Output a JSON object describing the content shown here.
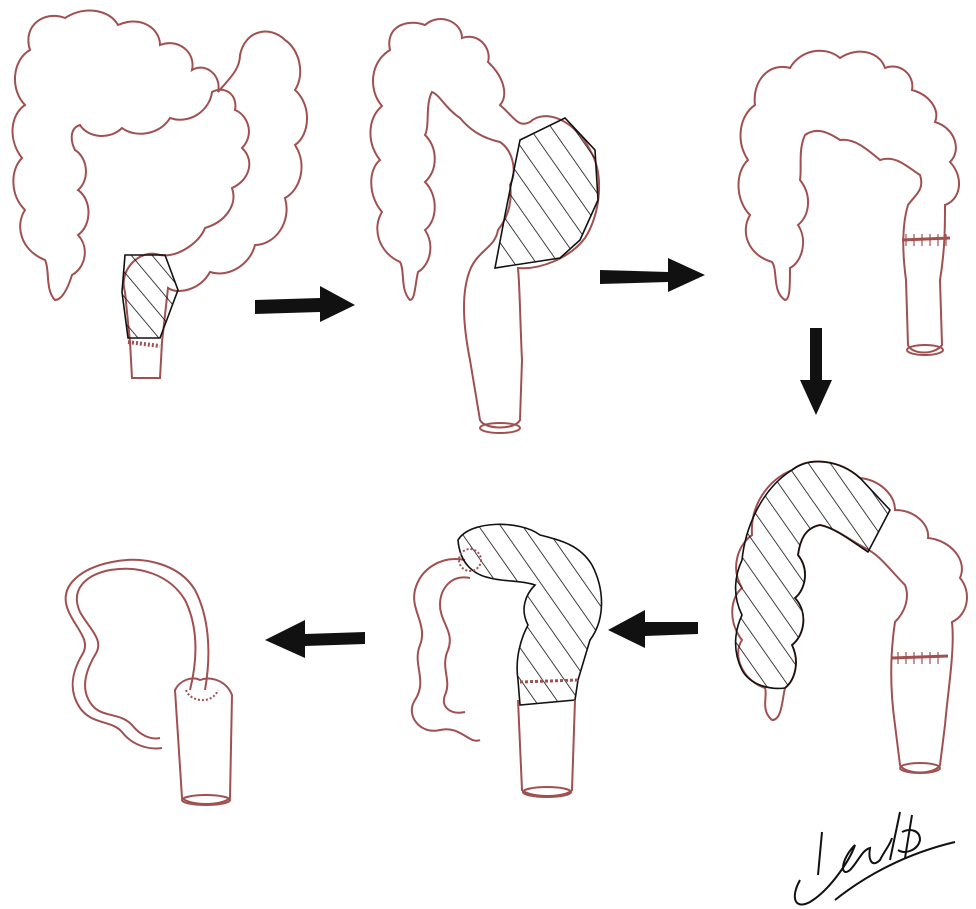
{
  "figure": {
    "outline_color": "#a05050",
    "hatch_color": "#111111",
    "arrow_color": "#111111",
    "background": "#ffffff"
  },
  "panels": [
    {
      "step": 1,
      "hatched_region": "sigmoid-lower"
    },
    {
      "step": 2,
      "hatched_region": "descending-sigmoid"
    },
    {
      "step": 3,
      "hatched_region": "none"
    },
    {
      "step": 4,
      "hatched_region": "ascending-transverse"
    },
    {
      "step": 5,
      "hatched_region": "transverse-descending"
    },
    {
      "step": 6,
      "hatched_region": "none"
    }
  ],
  "arrows": [
    {
      "from": 1,
      "to": 2,
      "direction": "right"
    },
    {
      "from": 2,
      "to": 3,
      "direction": "right"
    },
    {
      "from": 3,
      "to": 4,
      "direction": "down"
    },
    {
      "from": 4,
      "to": 5,
      "direction": "left"
    },
    {
      "from": 5,
      "to": 6,
      "direction": "left"
    }
  ],
  "signature": {
    "text": "Khonthb"
  }
}
